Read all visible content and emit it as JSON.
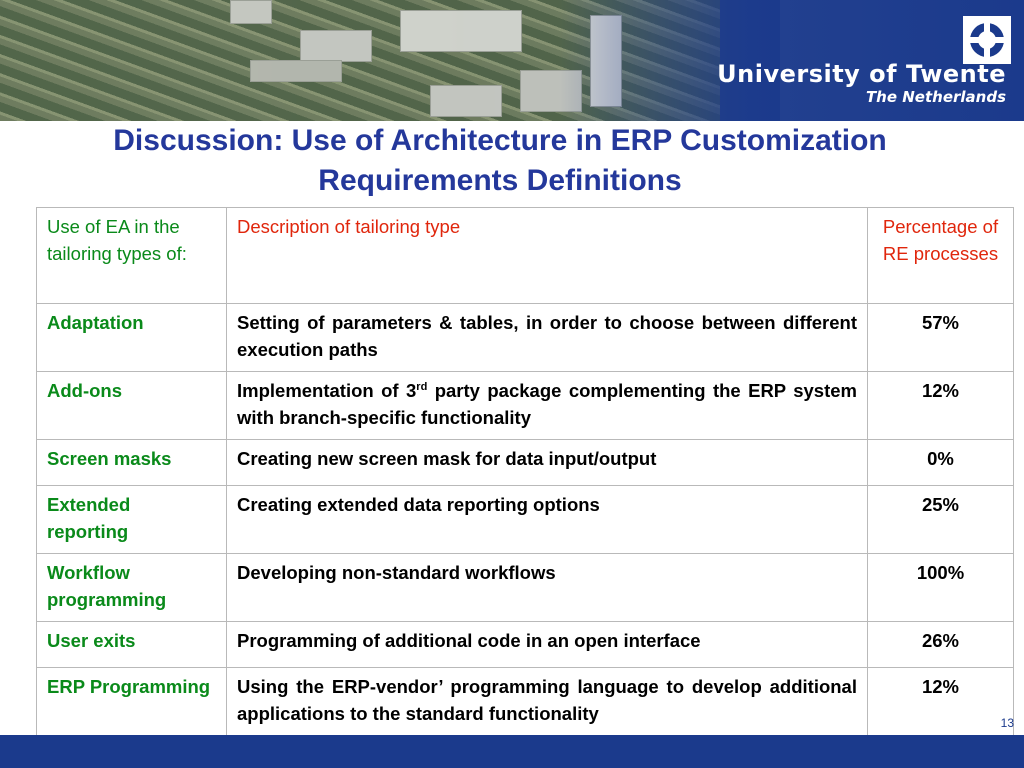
{
  "header": {
    "university_name": "University of Twente",
    "country": "The Netherlands",
    "logo": "utwente-logo"
  },
  "title_lines": [
    "Discussion: Use of Architecture in ERP Customization",
    "Requirements Definitions"
  ],
  "table": {
    "headers": {
      "use": "Use of EA in the tailoring types of:",
      "description": "Description of tailoring type",
      "percentage": "Percentage of RE processes"
    },
    "rows": [
      {
        "use": "Adaptation",
        "description": "Setting of parameters & tables, in order to choose between different execution paths",
        "percentage": "57%"
      },
      {
        "use": "Add-ons",
        "description_prefix": "Implementation of 3",
        "description_sup": "rd",
        "description_suffix": " party package complementing the ERP system with branch-specific functionality",
        "percentage": "12%"
      },
      {
        "use": "Screen masks",
        "description": "Creating new screen mask for data input/output",
        "percentage": "0%"
      },
      {
        "use": "Extended reporting",
        "description": "Creating extended data reporting options",
        "percentage": "25%"
      },
      {
        "use": "Workflow programming",
        "description": "Developing non-standard workflows",
        "percentage": "100%"
      },
      {
        "use": "User exits",
        "description": "Programming of additional code in an open interface",
        "percentage": "26%"
      },
      {
        "use": "ERP Programming",
        "description": "Using the ERP-vendor’ programming language to develop additional applications to the standard functionality",
        "percentage": "12%"
      }
    ]
  },
  "slide_number": "13",
  "colors": {
    "brand_blue": "#1b3a8c",
    "title_blue": "#24389b",
    "green": "#0a8a1a",
    "red": "#e0260c"
  }
}
